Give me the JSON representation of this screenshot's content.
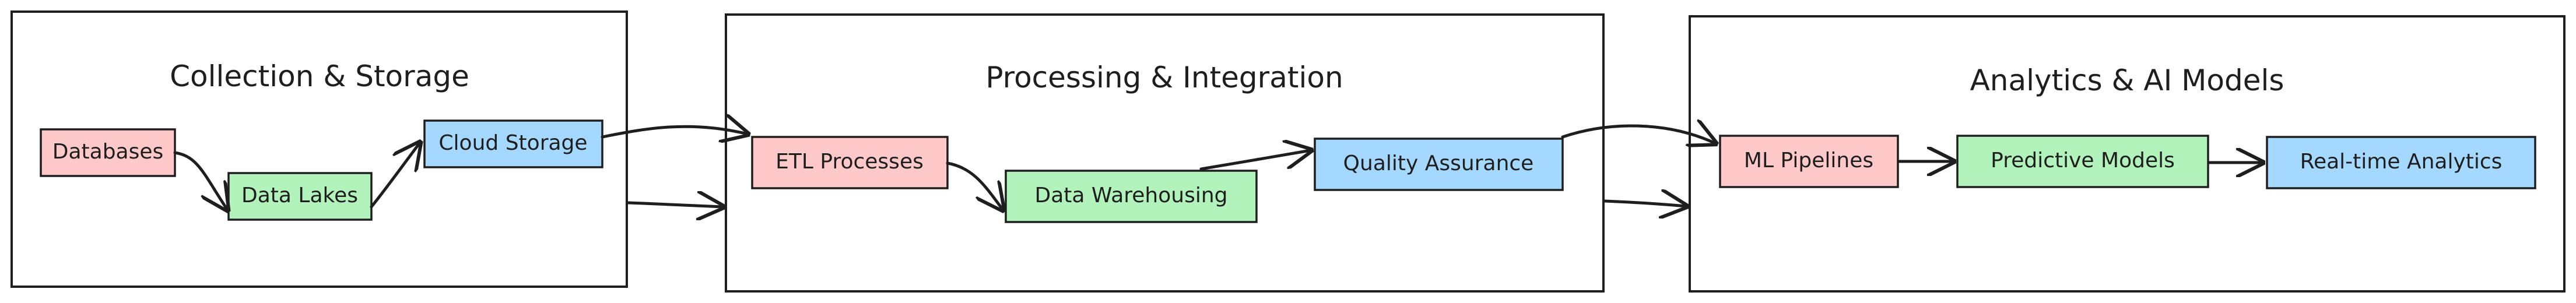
{
  "colors": {
    "pink": "#ffc9c9",
    "green": "#b2f2bb",
    "blue": "#a5d8ff",
    "stroke": "#1e1e1e"
  },
  "stages": [
    {
      "title": "Collection & Storage",
      "nodes": [
        {
          "label": "Databases",
          "color": "pink"
        },
        {
          "label": "Data Lakes",
          "color": "green"
        },
        {
          "label": "Cloud Storage",
          "color": "blue"
        }
      ]
    },
    {
      "title": "Processing & Integration",
      "nodes": [
        {
          "label": "ETL Processes",
          "color": "pink"
        },
        {
          "label": "Data Warehousing",
          "color": "green"
        },
        {
          "label": "Quality Assurance",
          "color": "blue"
        }
      ]
    },
    {
      "title": "Analytics & AI Models",
      "nodes": [
        {
          "label": "ML Pipelines",
          "color": "pink"
        },
        {
          "label": "Predictive Models",
          "color": "green"
        },
        {
          "label": "Real-time Analytics",
          "color": "blue"
        }
      ]
    }
  ]
}
